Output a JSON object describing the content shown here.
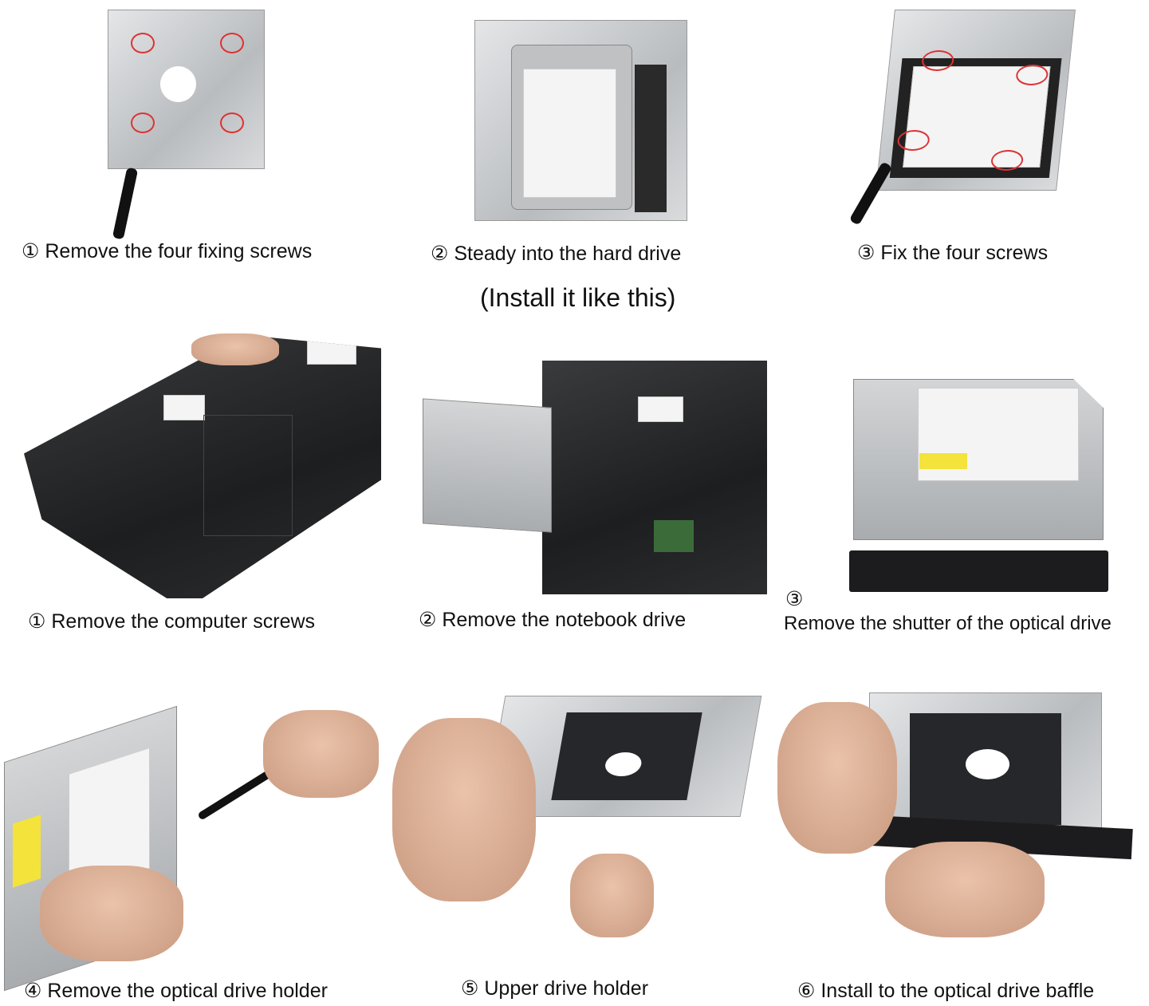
{
  "row1": {
    "captions": [
      "① Remove the four fixing screws",
      "② Steady into the hard drive",
      "③ Fix the four screws"
    ],
    "subtitle": "(Install it like this)"
  },
  "row2": {
    "captions": [
      "① Remove the computer screws",
      "②  Remove the notebook drive",
      "③",
      "Remove the shutter of the optical drive"
    ]
  },
  "row3": {
    "captions": [
      "④ Remove the optical drive holder",
      "⑤ Upper drive holder",
      "⑥  Install to the optical drive baffle"
    ]
  },
  "colors": {
    "highlight": "#dd3333",
    "bracket": "#c8cacc",
    "laptop": "#26272a"
  }
}
